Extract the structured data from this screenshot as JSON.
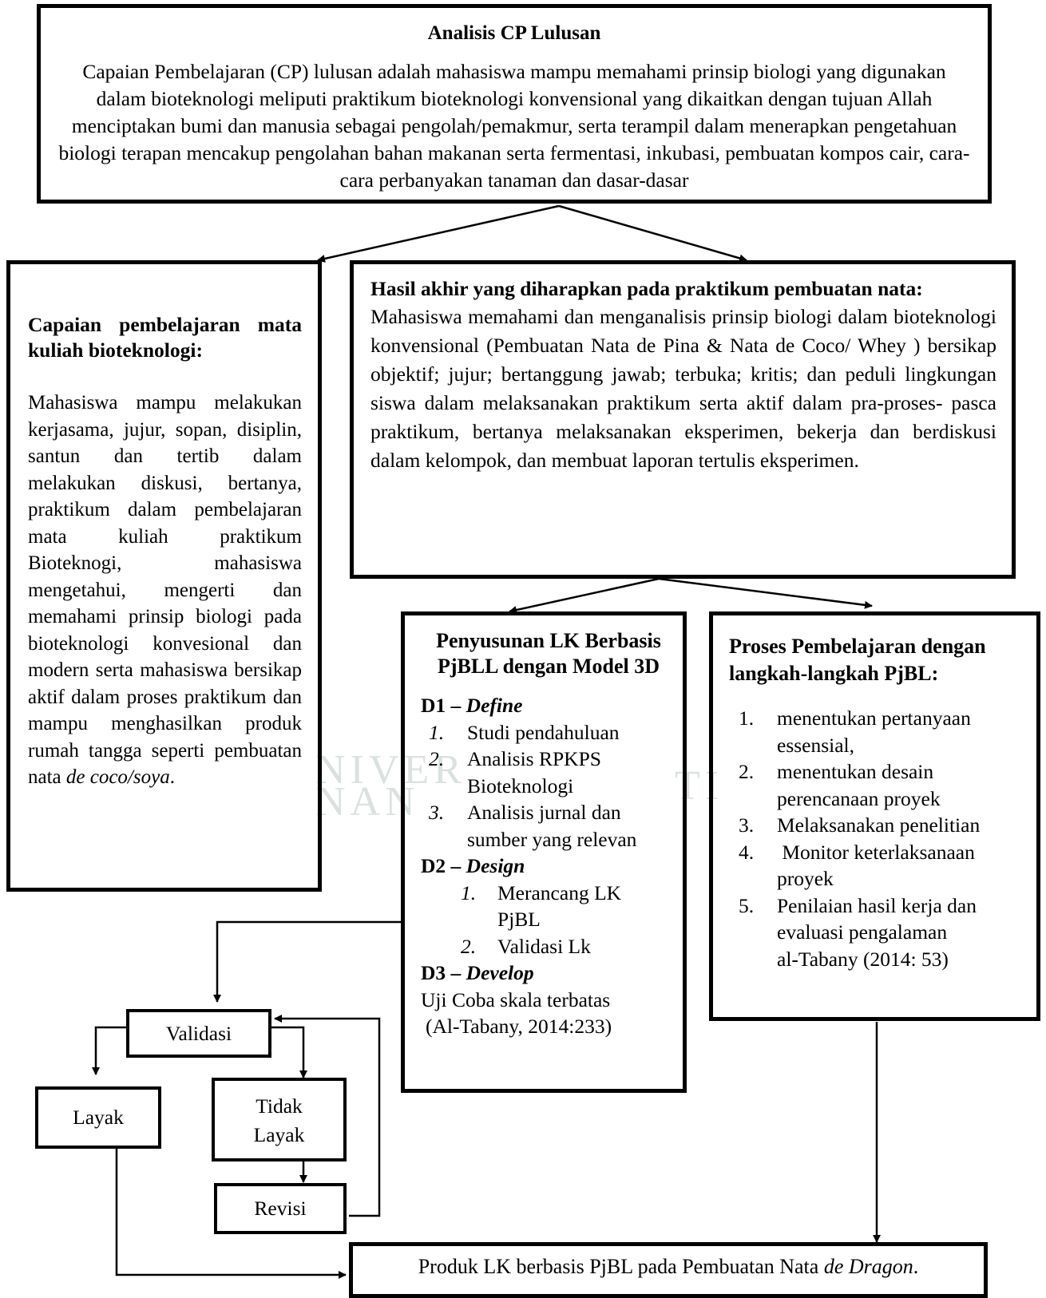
{
  "top_box": {
    "title": "Analisis CP Lulusan",
    "body": "Capaian Pembelajaran (CP) lulusan adalah mahasiswa mampu memahami prinsip biologi yang digunakan dalam bioteknologi meliputi praktikum bioteknologi konvensional yang dikaitkan dengan tujuan Allah menciptakan bumi dan manusia sebagai pengolah/pemakmur, serta terampil dalam menerapkan pengetahuan biologi terapan mencakup pengolahan bahan makanan serta fermentasi, inkubasi,  pembuatan kompos cair, cara-cara perbanyakan tanaman dan dasar-dasar"
  },
  "left_box": {
    "title": "Capaian pembelajaran mata kuliah bioteknologi:",
    "body": "Mahasiswa mampu melakukan kerjasama, jujur, sopan, disiplin, santun dan tertib dalam melakukan diskusi, bertanya, praktikum dalam pembelajaran mata kuliah praktikum Bioteknogi, mahasiswa mengetahui, mengerti dan memahami prinsip biologi pada bioteknologi konvesional dan modern serta mahasiswa bersikap aktif dalam proses praktikum dan mampu menghasilkan produk rumah tangga seperti pembuatan nata ",
    "body_italic": "de coco/soya",
    "body_end": "."
  },
  "right_box": {
    "title": "Hasil akhir yang diharapkan pada praktikum pembuatan nata:",
    "body": "Mahasiswa memahami dan menganalisis prinsip biologi dalam bioteknologi konvensional (Pembuatan  Nata de Pina & Nata de Coco/ Whey ) bersikap objektif; jujur;  bertanggung jawab; terbuka; kritis; dan peduli lingkungan siswa dalam melaksanakan praktikum serta aktif dalam pra-proses- pasca praktikum, bertanya melaksanakan eksperimen, bekerja dan berdiskusi dalam kelompok, dan membuat laporan tertulis eksperimen."
  },
  "lk_box": {
    "title": "Penyusunan LK Berbasis PjBLL dengan Model 3D",
    "d1_label": "D1 – ",
    "d1_name": "Define",
    "d1_items": [
      {
        "num": "1.",
        "text": "Studi pendahuluan"
      },
      {
        "num": "2.",
        "text": "Analisis RPKPS Bioteknologi"
      },
      {
        "num": "3.",
        "text": "Analisis jurnal dan sumber yang relevan"
      }
    ],
    "d2_label": "D2 – ",
    "d2_name": "Design",
    "d2_items": [
      {
        "num": "1.",
        "text": "Merancang LK PjBL"
      },
      {
        "num": "2.",
        "text": "Validasi Lk"
      }
    ],
    "d3_label": "D3 – ",
    "d3_name": "Develop",
    "d3_text": "Uji Coba skala terbatas",
    "citation": "(Al-Tabany, 2014:233)"
  },
  "pjbl_box": {
    "title": "Proses Pembelajaran dengan langkah-langkah PjBL:",
    "items": [
      {
        "num": "1.",
        "text": "menentukan pertanyaan essensial,"
      },
      {
        "num": "2.",
        "text": "menentukan desain perencanaan proyek"
      },
      {
        "num": "3.",
        "text": "Melaksanakan penelitian"
      },
      {
        "num": "4.",
        "text": " Monitor keterlaksanaan proyek"
      },
      {
        "num": "5.",
        "text": "Penilaian hasil kerja dan evaluasi pengalaman"
      }
    ],
    "citation": "al-Tabany (2014: 53)"
  },
  "flow": {
    "validasi": "Validasi",
    "layak": "Layak",
    "tidak_layak": "Tidak Layak",
    "revisi": "Revisi"
  },
  "product_box": {
    "text": "Produk LK berbasis PjBL pada Pembuatan Nata ",
    "italic": "de Dragon",
    "end": "."
  },
  "watermark": {
    "line1": "NIVER",
    "line2": "NAN",
    "line3": "TI"
  }
}
